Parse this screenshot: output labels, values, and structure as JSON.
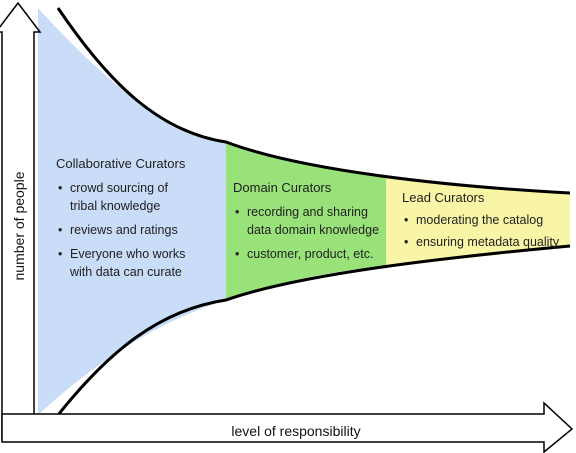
{
  "axes": {
    "y_label": "number of people",
    "x_label": "level of responsibility"
  },
  "colors": {
    "collaborative": "#c9dcf8",
    "domain": "#99e27a",
    "lead": "#f8f6a6",
    "curve": "#000000",
    "axis_stroke": "#000000",
    "axis_fill": "#ffffff"
  },
  "segments": [
    {
      "title": "Collaborative Curators",
      "bullets": [
        {
          "lines": [
            "crowd sourcing of",
            "tribal knowledge"
          ]
        },
        {
          "lines": [
            "reviews and ratings"
          ]
        },
        {
          "lines": [
            "Everyone who works",
            "with data can curate"
          ]
        }
      ]
    },
    {
      "title": "Domain Curators",
      "bullets": [
        {
          "lines": [
            "recording and sharing",
            "data domain knowledge"
          ]
        },
        {
          "lines": [
            "customer, product, etc."
          ]
        }
      ]
    },
    {
      "title": "Lead Curators",
      "bullets": [
        {
          "lines": [
            "moderating the catalog"
          ]
        },
        {
          "lines": [
            "ensuring metadata quality"
          ]
        }
      ]
    }
  ]
}
